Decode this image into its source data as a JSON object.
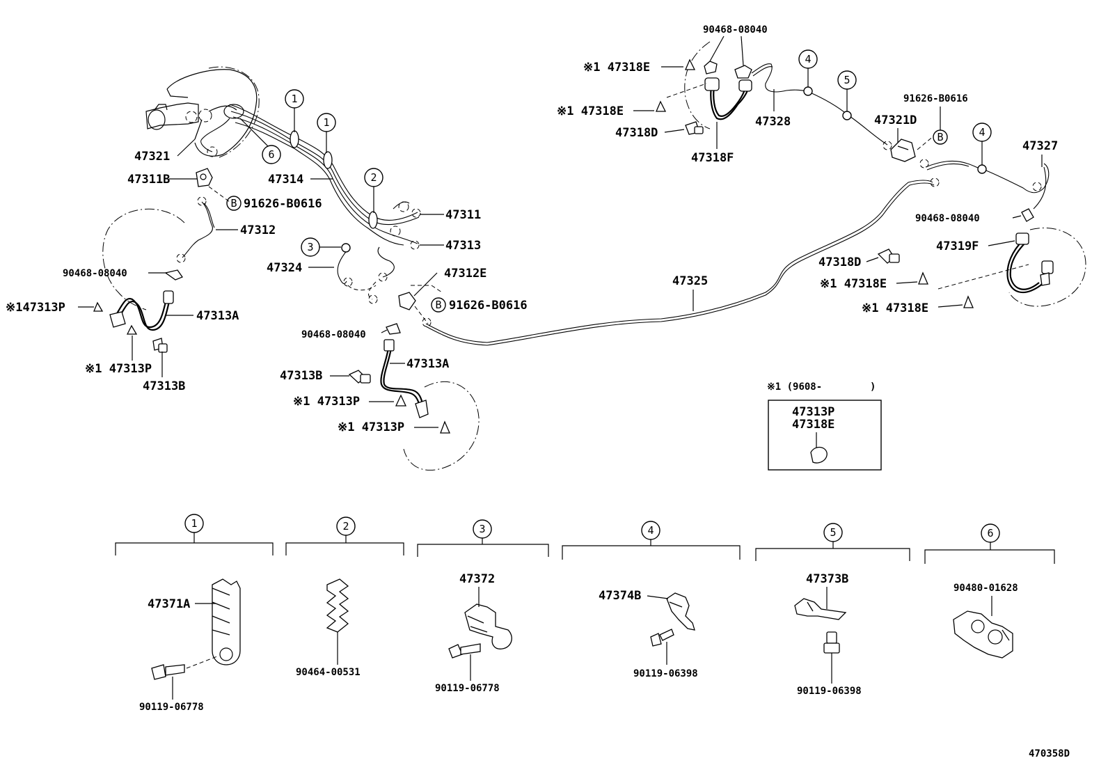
{
  "diagram_code": "470358D",
  "callouts": {
    "c1": "1",
    "c2": "2",
    "c3": "3",
    "c4": "4",
    "c5": "5",
    "c6": "6",
    "b": "B"
  },
  "labels": {
    "l47321": "47321",
    "l47311B": "47311B",
    "l91626_left": "91626-B0616",
    "l47312": "47312",
    "l47314": "47314",
    "l47311": "47311",
    "l47313": "47313",
    "l47324": "47324",
    "l47312E": "47312E",
    "l91626_mid": "91626-B0616",
    "l90468_left": "90468-08040",
    "l47313P_left": "※147313P",
    "l47313A_left": "47313A",
    "l47313P_left2": "※1 47313P",
    "l47313B_left": "47313B",
    "l90468_mid": "90468-08040",
    "l47313A_mid": "47313A",
    "l47313B_mid": "47313B",
    "l47313P_mid1": "※1 47313P",
    "l47313P_mid2": "※1 47313P",
    "l47325": "47325",
    "l90468_top": "90468-08040",
    "l47318E_top1": "※1 47318E",
    "l47318E_top2": "※1 47318E",
    "l47318D_top": "47318D",
    "l47318F": "47318F",
    "l47328": "47328",
    "l91626_right": "91626-B0616",
    "l47321D": "47321D",
    "l47327": "47327",
    "l90468_right": "90468-08040",
    "l47319F": "47319F",
    "l47318D_right": "47318D",
    "l47318E_right1": "※1 47318E",
    "l47318E_right2": "※1 47318E"
  },
  "note": {
    "header": "※1 (9608-",
    "close": ")",
    "line1": "47313P",
    "line2": "47318E"
  },
  "groups": {
    "g1_part": "47371A",
    "g1_bolt": "90119-06778",
    "g2_part": "90464-00531",
    "g3_part": "47372",
    "g3_bolt": "90119-06778",
    "g4_part": "47374B",
    "g4_bolt": "90119-06398",
    "g5_part": "47373B",
    "g5_bolt": "90119-06398",
    "g6_part": "90480-01628"
  }
}
